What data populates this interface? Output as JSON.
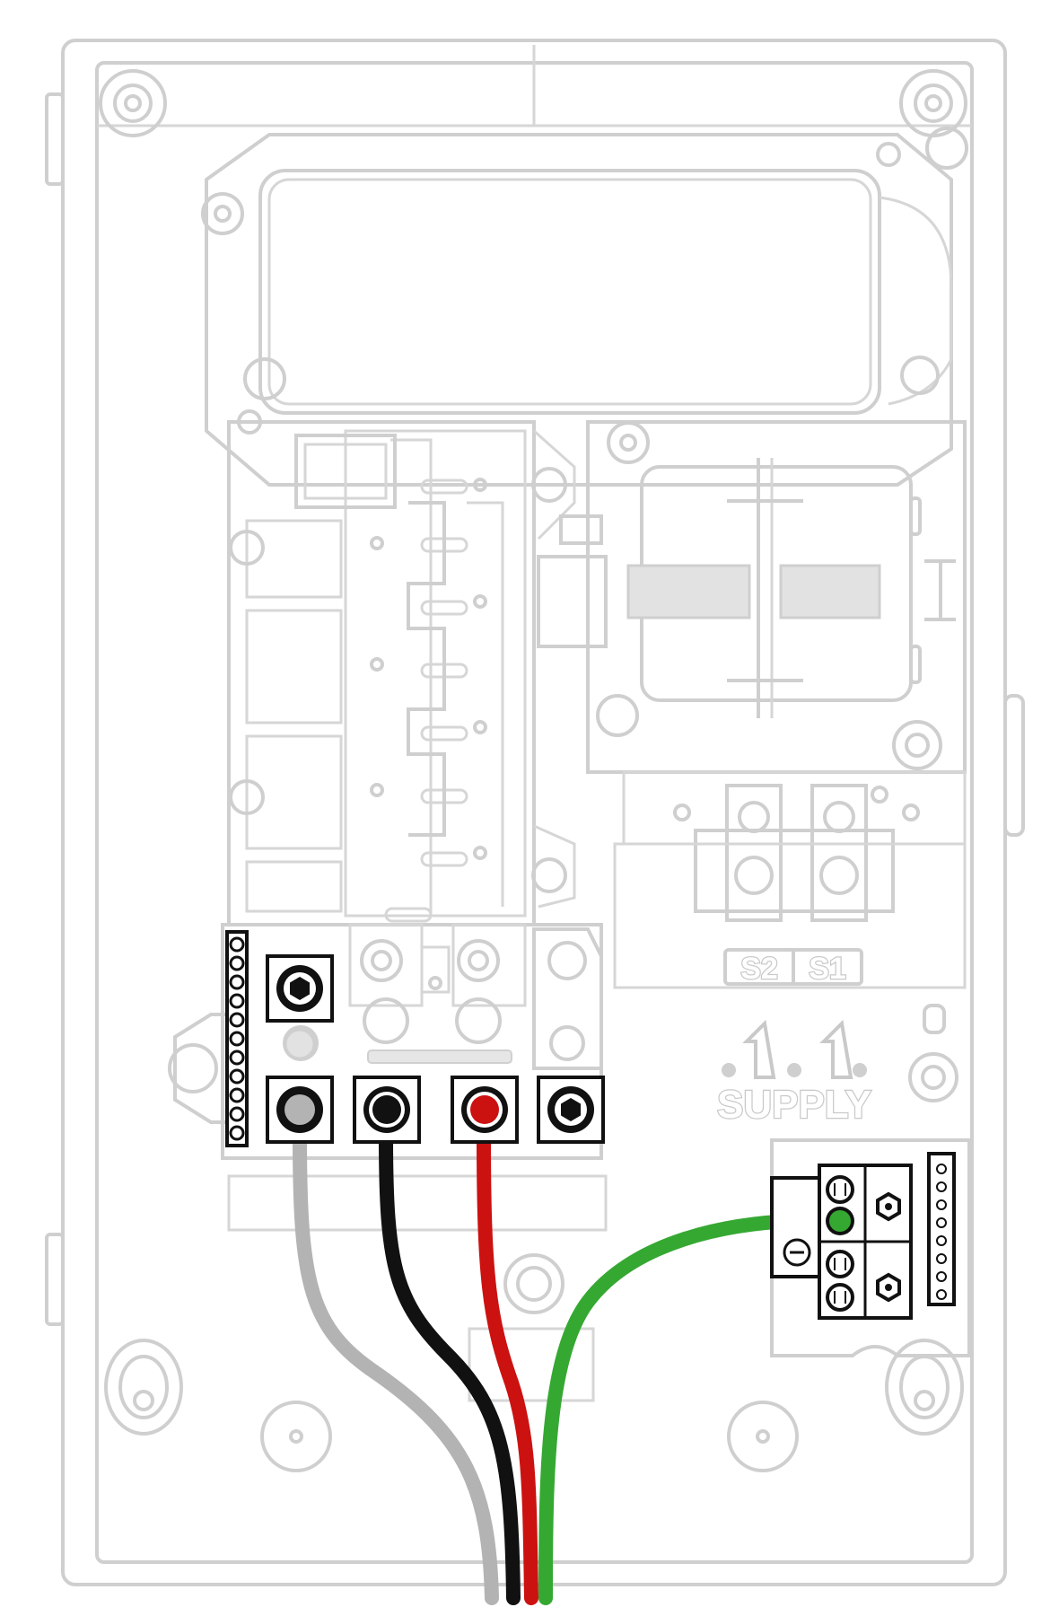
{
  "labels": {
    "s2": "S2",
    "s1": "S1",
    "supply": "SUPPLY"
  },
  "colors": {
    "wire_neutral": "#b3b3b3",
    "wire_l1": "#111111",
    "wire_l2": "#cc1111",
    "wire_ground": "#35a832",
    "ghost_outline": "#cfcfcf",
    "terminal_frame": "#111111"
  },
  "terminals": [
    {
      "name": "neutral-terminal",
      "center_color": "#b3b3b3"
    },
    {
      "name": "l1-terminal",
      "center_color": "#111111"
    },
    {
      "name": "l2-terminal",
      "center_color": "#cc1111"
    },
    {
      "name": "spare-terminal",
      "center_color": "hex-socket"
    }
  ],
  "ground_terminal": {
    "center_color": "#35a832"
  }
}
